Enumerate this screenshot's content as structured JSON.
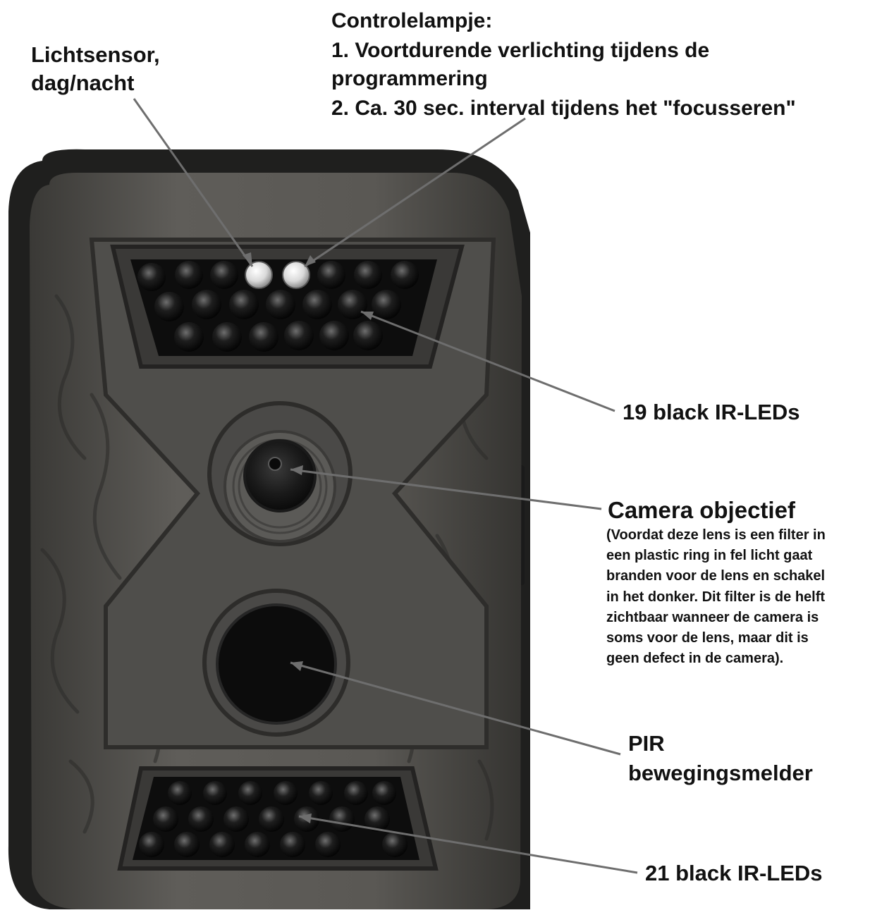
{
  "labels": {
    "light_sensor": "Lichtsensor,\ndag/nacht",
    "control_lamp_title": "Controlelampje:",
    "control_lamp_line1": "1. Voortdurende verlichting tijdens de",
    "control_lamp_line1b": "programmering",
    "control_lamp_line2": "2. Ca. 30 sec. interval tijdens het \"focusseren\"",
    "ir_leds_top": "19 black IR-LEDs",
    "camera_lens": "Camera objectief",
    "camera_note": "(Voordat deze lens is een filter in\neen plastic ring in fel licht gaat\nbranden voor de lens en schakel\nin het donker. Dit filter is de helft\nzichtbaar wanneer de camera is\nsoms voor de lens, maar dit is\ngeen defect in de camera).",
    "pir": "PIR\nbewegingsmelder",
    "ir_leds_bottom": "21 black IR-LEDs"
  },
  "colors": {
    "body_dark": "#2e2e2c",
    "body_mid": "#5a5956",
    "camo_light": "#7a7874",
    "leader_line": "#6b6b6b"
  }
}
